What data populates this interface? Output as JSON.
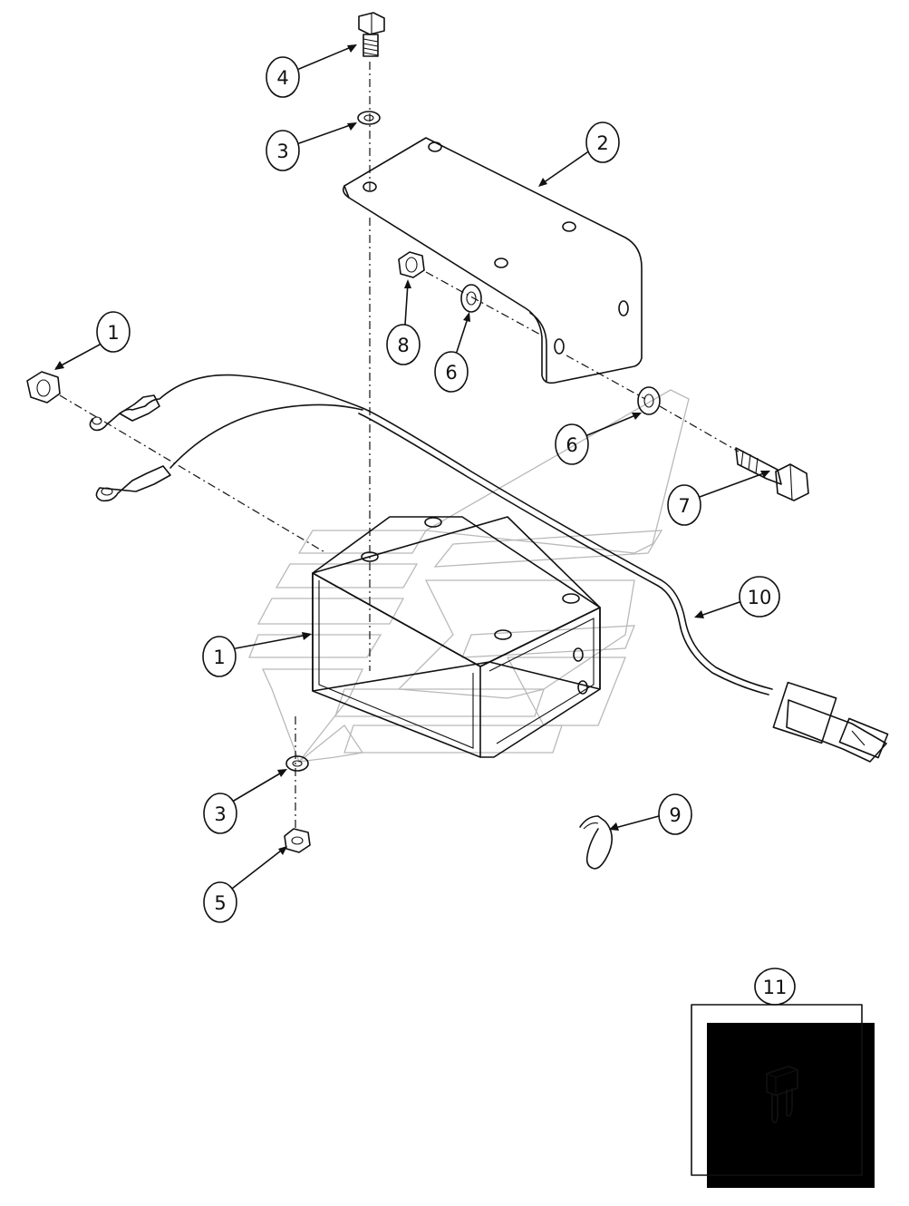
{
  "diagram": {
    "callouts": [
      {
        "id": "c4",
        "label": "4"
      },
      {
        "id": "c3a",
        "label": "3"
      },
      {
        "id": "c2",
        "label": "2"
      },
      {
        "id": "c1a",
        "label": "1"
      },
      {
        "id": "c8",
        "label": "8"
      },
      {
        "id": "c6a",
        "label": "6"
      },
      {
        "id": "c6b",
        "label": "6"
      },
      {
        "id": "c7",
        "label": "7"
      },
      {
        "id": "c10",
        "label": "10"
      },
      {
        "id": "c1b",
        "label": "1"
      },
      {
        "id": "c3b",
        "label": "3"
      },
      {
        "id": "c5",
        "label": "5"
      },
      {
        "id": "c9",
        "label": "9"
      },
      {
        "id": "c11",
        "label": "11"
      }
    ]
  }
}
